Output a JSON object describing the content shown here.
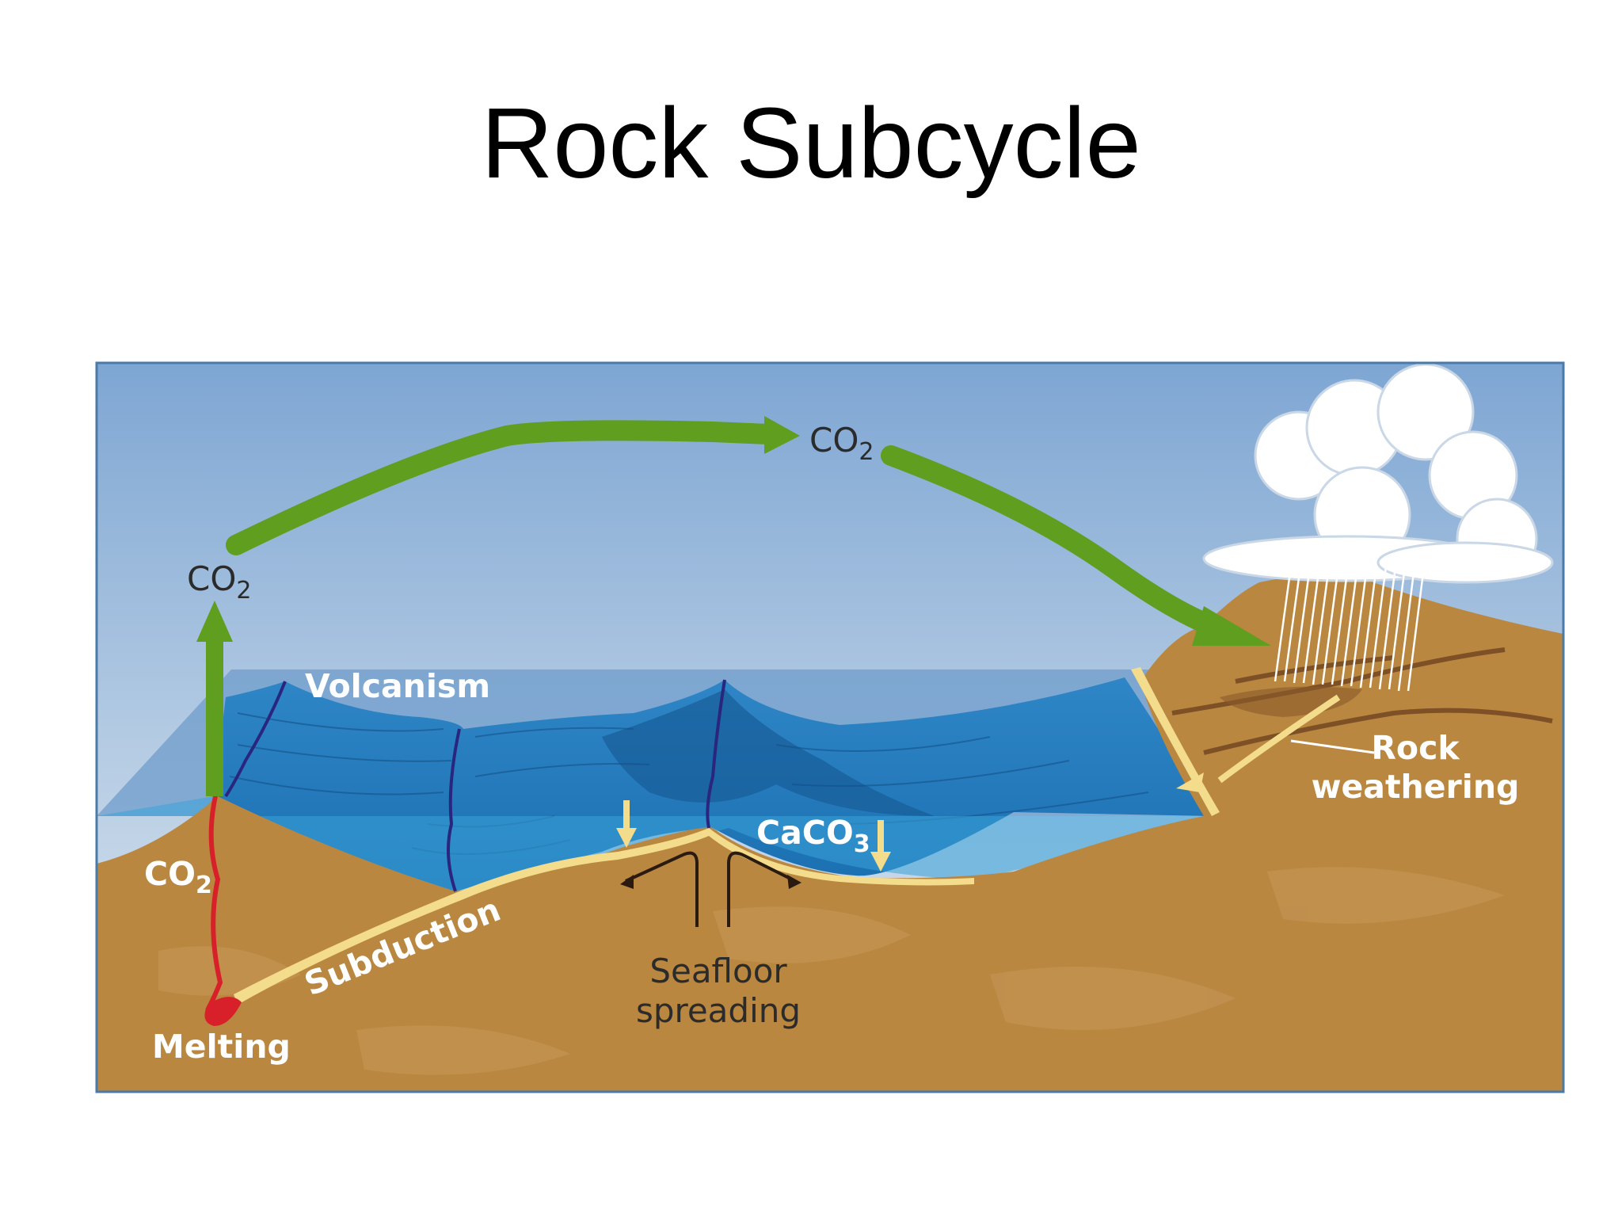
{
  "title": "Rock Subcycle",
  "diagram": {
    "labels": {
      "volcanism": "Volcanism",
      "subduction": "Subduction",
      "melting": "Melting",
      "seafloor_line1": "Seafloor",
      "seafloor_line2": "spreading",
      "rock_line1": "Rock",
      "rock_line2": "weathering",
      "co2_main": "CO",
      "co2_sub": "2",
      "caco3_main": "CaCO",
      "caco3_sub": "3"
    },
    "colors": {
      "sky_top": "#7fa7d4",
      "sky_bottom": "#d9e5ef",
      "ocean": "#1a74b4",
      "ocean_deep": "#175f9e",
      "rock": "#b9873f",
      "rock_dark": "#8a5a2a",
      "sediment": "#f3dc8c",
      "arrow_green": "#5f9e1f",
      "magma": "#d8202a",
      "fault": "#2a2680"
    }
  }
}
